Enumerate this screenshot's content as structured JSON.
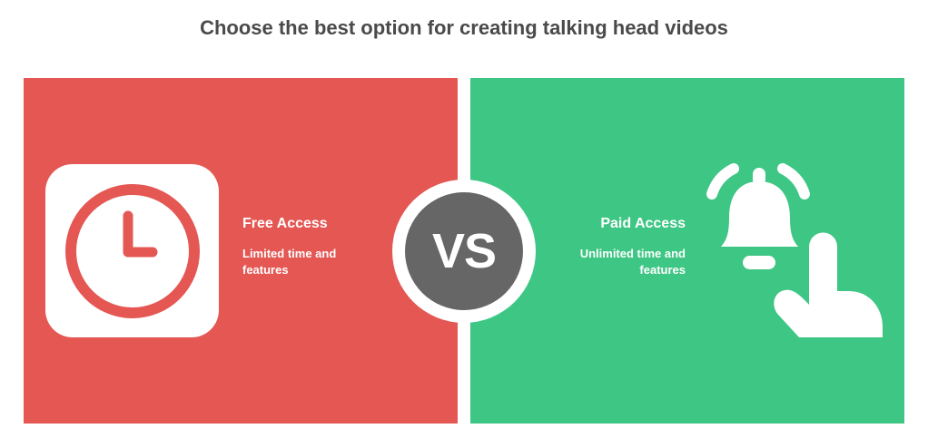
{
  "title": "Choose the best option for creating talking head videos",
  "left": {
    "heading": "Free Access",
    "description": "Limited time and features",
    "icon": "clock-icon",
    "color": "#e45753"
  },
  "right": {
    "heading": "Paid Access",
    "description": "Unlimited time and features",
    "icon": "bell-hand-icon",
    "color": "#3ec684"
  },
  "vs": {
    "label": "VS",
    "color": "#666666"
  }
}
